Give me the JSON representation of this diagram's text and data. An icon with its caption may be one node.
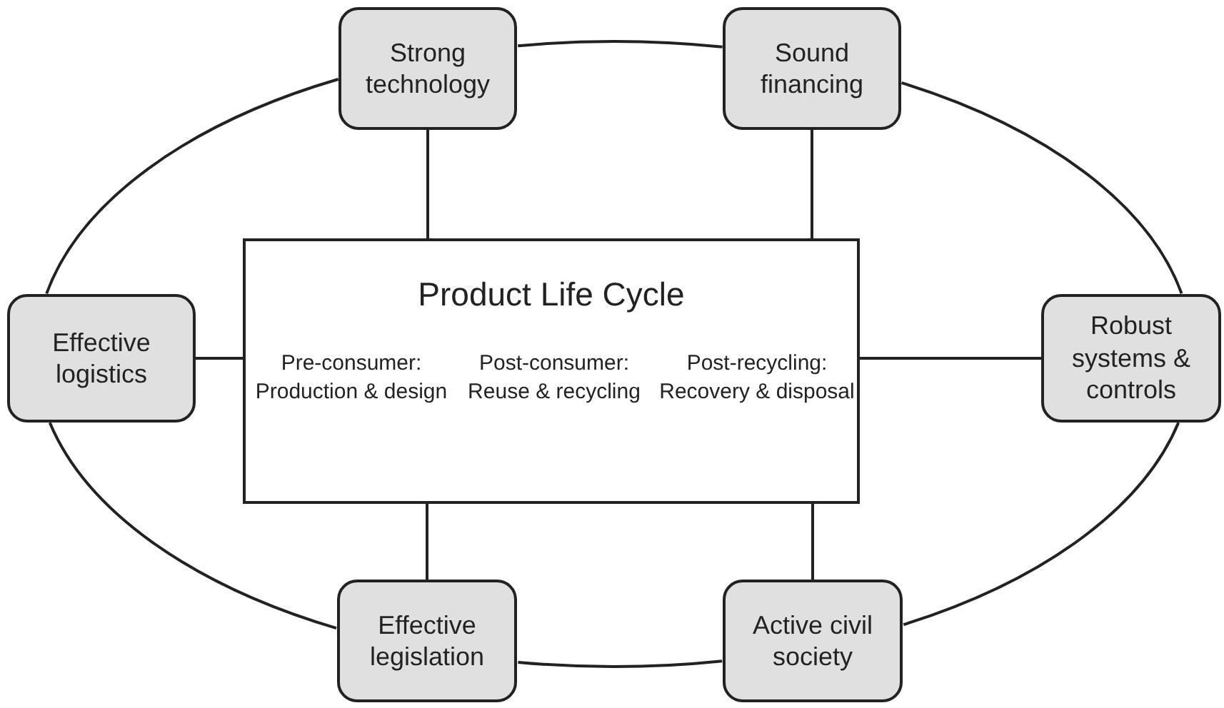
{
  "diagram": {
    "nodes": [
      {
        "text": [
          "Product Life Cycle",
          "Pre-consumer: Production & design",
          "Post-consumer: Reuse & recycling",
          "Post-recycling: Recovery & disposal"
        ]
      },
      {
        "text": [
          "Strong technology"
        ]
      },
      {
        "text": [
          "Sound financing"
        ]
      },
      {
        "text": [
          "Effective logistics"
        ]
      },
      {
        "text": [
          "Robust systems & controls"
        ]
      },
      {
        "text": [
          "Effective legislation"
        ]
      },
      {
        "text": [
          "Active civil society"
        ]
      }
    ],
    "edges": [
      {
        "from": 1,
        "to": 0,
        "arrow": "none"
      },
      {
        "from": 2,
        "to": 0,
        "arrow": "none"
      },
      {
        "from": 3,
        "to": 0,
        "arrow": "none"
      },
      {
        "from": 4,
        "to": 0,
        "arrow": "none"
      },
      {
        "from": 5,
        "to": 0,
        "arrow": "none"
      },
      {
        "from": 6,
        "to": 0,
        "arrow": "none"
      },
      {
        "from": 1,
        "to": 2,
        "arrow": "none"
      },
      {
        "from": 2,
        "to": 4,
        "arrow": "none"
      },
      {
        "from": 4,
        "to": 6,
        "arrow": "none"
      },
      {
        "from": 6,
        "to": 5,
        "arrow": "none"
      },
      {
        "from": 5,
        "to": 3,
        "arrow": "none"
      },
      {
        "from": 3,
        "to": 1,
        "arrow": "none"
      }
    ]
  }
}
